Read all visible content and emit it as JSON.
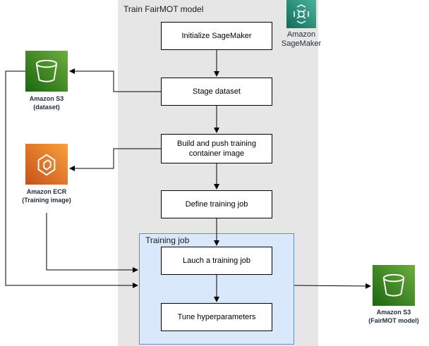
{
  "panel": {
    "title": "Train FairMOT model"
  },
  "sagemaker": {
    "label": "Amazon\nSageMaker",
    "icon": "sagemaker-icon",
    "color": "#1a9c6e"
  },
  "steps": [
    {
      "id": "init",
      "label": "Initialize SageMaker"
    },
    {
      "id": "stage",
      "label": "Stage dataset"
    },
    {
      "id": "build",
      "label": "Build and push training container image"
    },
    {
      "id": "define",
      "label": "Define training job"
    },
    {
      "id": "launch",
      "label": "Lauch a training job"
    },
    {
      "id": "tune",
      "label": "Tune hyperparameters"
    }
  ],
  "training_job": {
    "title": "Training job"
  },
  "services": {
    "s3_dataset": {
      "label": "Amazon S3\n(dataset)",
      "icon": "s3-bucket-icon",
      "color": "#3f8624"
    },
    "ecr": {
      "label": "Amazon ECR\n(Training image)",
      "icon": "ecr-icon",
      "color": "#e7711b"
    },
    "s3_model": {
      "label": "Amazon S3\n(FairMOT model)",
      "icon": "s3-bucket-icon",
      "color": "#3f8624"
    }
  }
}
